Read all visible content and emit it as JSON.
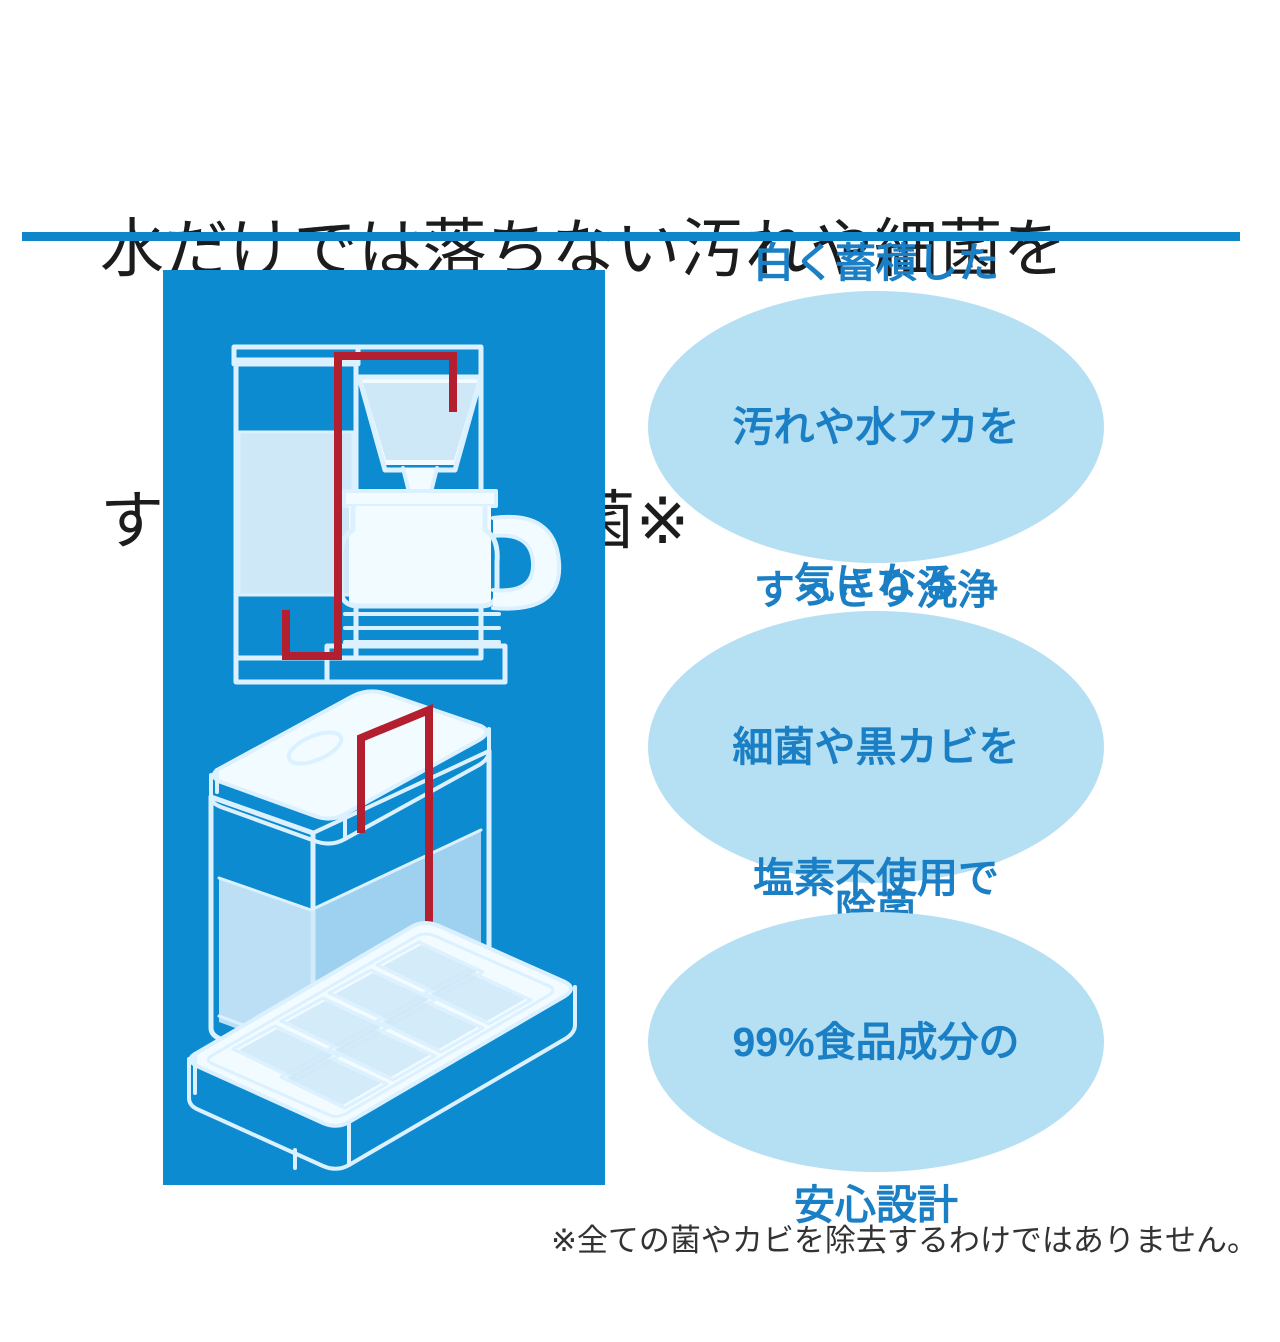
{
  "headline": {
    "lines": [
      "水だけでは落ちない汚れや細菌を",
      "すっきり洗浄・除菌※"
    ]
  },
  "divider": {
    "color": "#0e86c9"
  },
  "illustration": {
    "panel_background": "#0d8bd1",
    "line_color": "#d8efff",
    "fill_color": "#cfe8f8",
    "tube_color": "#b31f2e",
    "items": [
      {
        "name": "coffee-maker",
        "description": "コーヒーメーカー(水タンク・ドリッパー・ガラスサーバー)"
      },
      {
        "name": "water-pitcher",
        "description": "冷水筒(麦茶ポット)"
      },
      {
        "name": "ice-cube-tray",
        "description": "製氷皿 12マス"
      }
    ]
  },
  "bubbles": [
    {
      "id": "bubble-1",
      "name": "benefit-cleaning",
      "fill": "#b5dff2",
      "text_color": "#1a7fc4",
      "lines": [
        "白く蓄積した",
        "汚れや水アカを",
        "すっきり洗浄"
      ]
    },
    {
      "id": "bubble-2",
      "name": "benefit-sanitizing",
      "fill": "#b5dff2",
      "text_color": "#1a7fc4",
      "lines": [
        "気になる",
        "細菌や黒カビを",
        "除菌"
      ]
    },
    {
      "id": "bubble-3",
      "name": "benefit-safety",
      "fill": "#b5dff2",
      "text_color": "#1a7fc4",
      "lines": [
        "塩素不使用で",
        "99%食品成分の",
        "安心設計"
      ]
    }
  ],
  "footnote": {
    "text": "※全ての菌やカビを除去するわけではありません。"
  }
}
